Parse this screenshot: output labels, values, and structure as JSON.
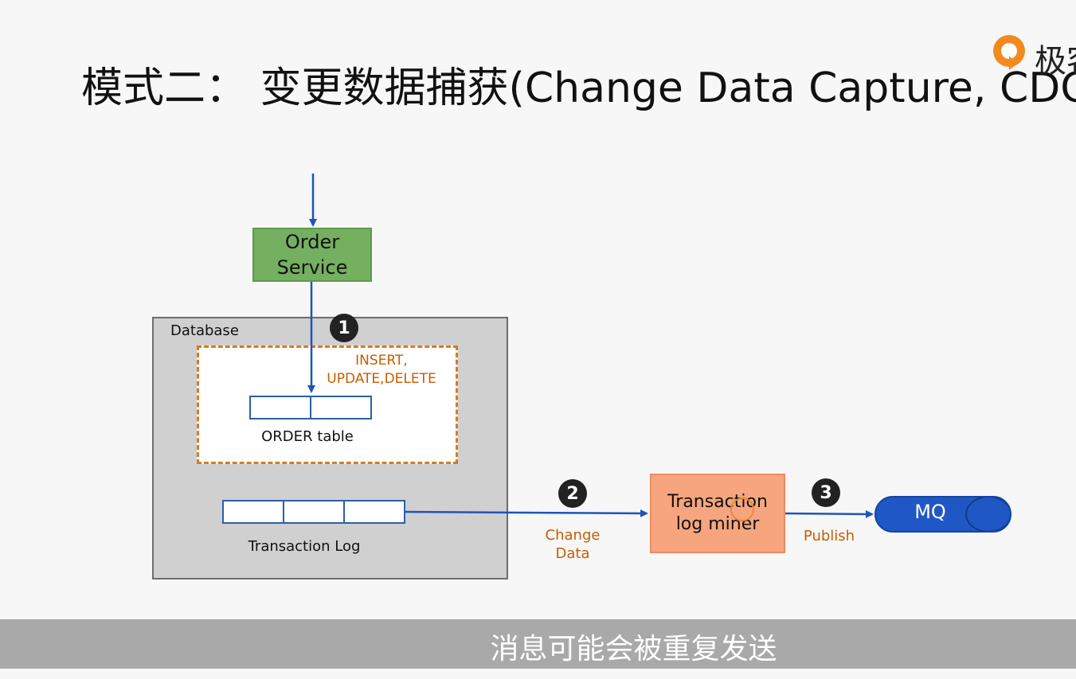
{
  "title": "模式二：  变更数据捕获(Change Data Capture, CDC)",
  "logo": {
    "text": "极客",
    "icon": "brand-logo-icon",
    "color": "#f28a1e"
  },
  "diagram": {
    "order_service": {
      "line1": "Order",
      "line2": "Service"
    },
    "database_label": "Database",
    "operations": {
      "line1": "INSERT,",
      "line2": "UPDATE,DELETE"
    },
    "order_table_label": "ORDER table",
    "transaction_log_label": "Transaction Log",
    "miner": {
      "line1": "Transaction",
      "line2": "log miner"
    },
    "mq_label": "MQ",
    "change_data": {
      "line1": "Change",
      "line2": "Data"
    },
    "publish_label": "Publish",
    "steps": [
      "1",
      "2",
      "3"
    ]
  },
  "subtitle": "消息可能会被重复发送",
  "colors": {
    "arrow": "#1f55b8",
    "orange_text": "#c75d00",
    "service_green": "#74b060",
    "miner_orange": "#f7a57e",
    "mq_blue": "#1f58c4"
  }
}
